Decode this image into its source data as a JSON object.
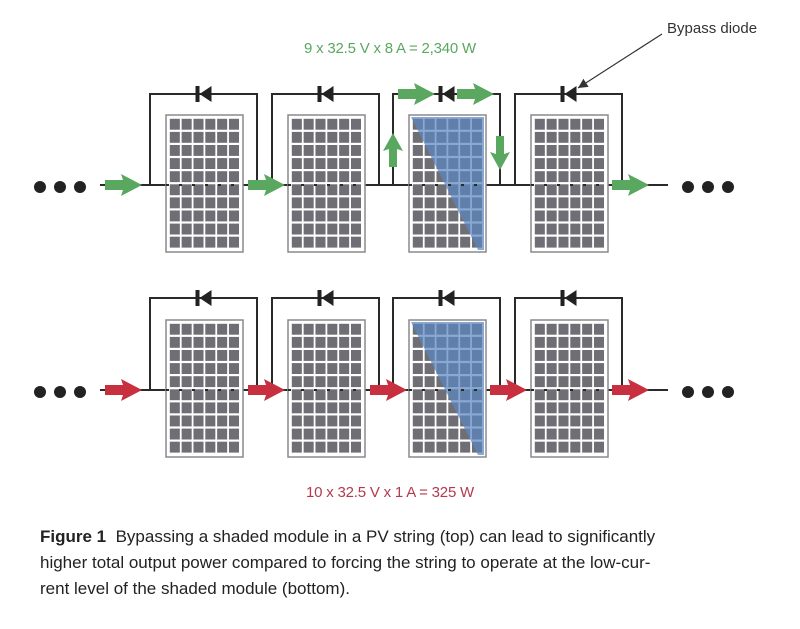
{
  "figure": {
    "top_formula": "9 x 32.5 V x 8 A = 2,340 W",
    "bottom_formula": "10 x 32.5 V x 1 A = 325 W",
    "bypass_label": "Bypass diode",
    "caption_title": "Figure 1",
    "caption_text": "Bypassing a shaded module in a PV string (top) can lead to significantly higher total output power compared to forcing the string to operate at the low-current level of the shaded module (bottom).",
    "caption_lines": [
      "Bypassing a shaded module in a PV string (top) can lead to significantly",
      "higher total output power compared to forcing the string to operate at the low-cur-",
      "rent level of the shaded module (bottom)."
    ]
  },
  "strings": [
    {
      "name": "top-string",
      "current_color": "#5aa85f",
      "modules": [
        {
          "shaded": false,
          "bypassed": false
        },
        {
          "shaded": false,
          "bypassed": false
        },
        {
          "shaded": true,
          "bypassed": true
        },
        {
          "shaded": false,
          "bypassed": false
        }
      ]
    },
    {
      "name": "bottom-string",
      "current_color": "#c8303f",
      "modules": [
        {
          "shaded": false,
          "bypassed": false
        },
        {
          "shaded": false,
          "bypassed": false
        },
        {
          "shaded": true,
          "bypassed": false
        },
        {
          "shaded": false,
          "bypassed": false
        }
      ]
    }
  ],
  "colors": {
    "panel_cell": "#6e6e74",
    "panel_frame": "#8a8a8e",
    "shade": "#5b87c0",
    "wire": "#2a2a2a",
    "diode": "#222222",
    "dots": "#222222"
  }
}
